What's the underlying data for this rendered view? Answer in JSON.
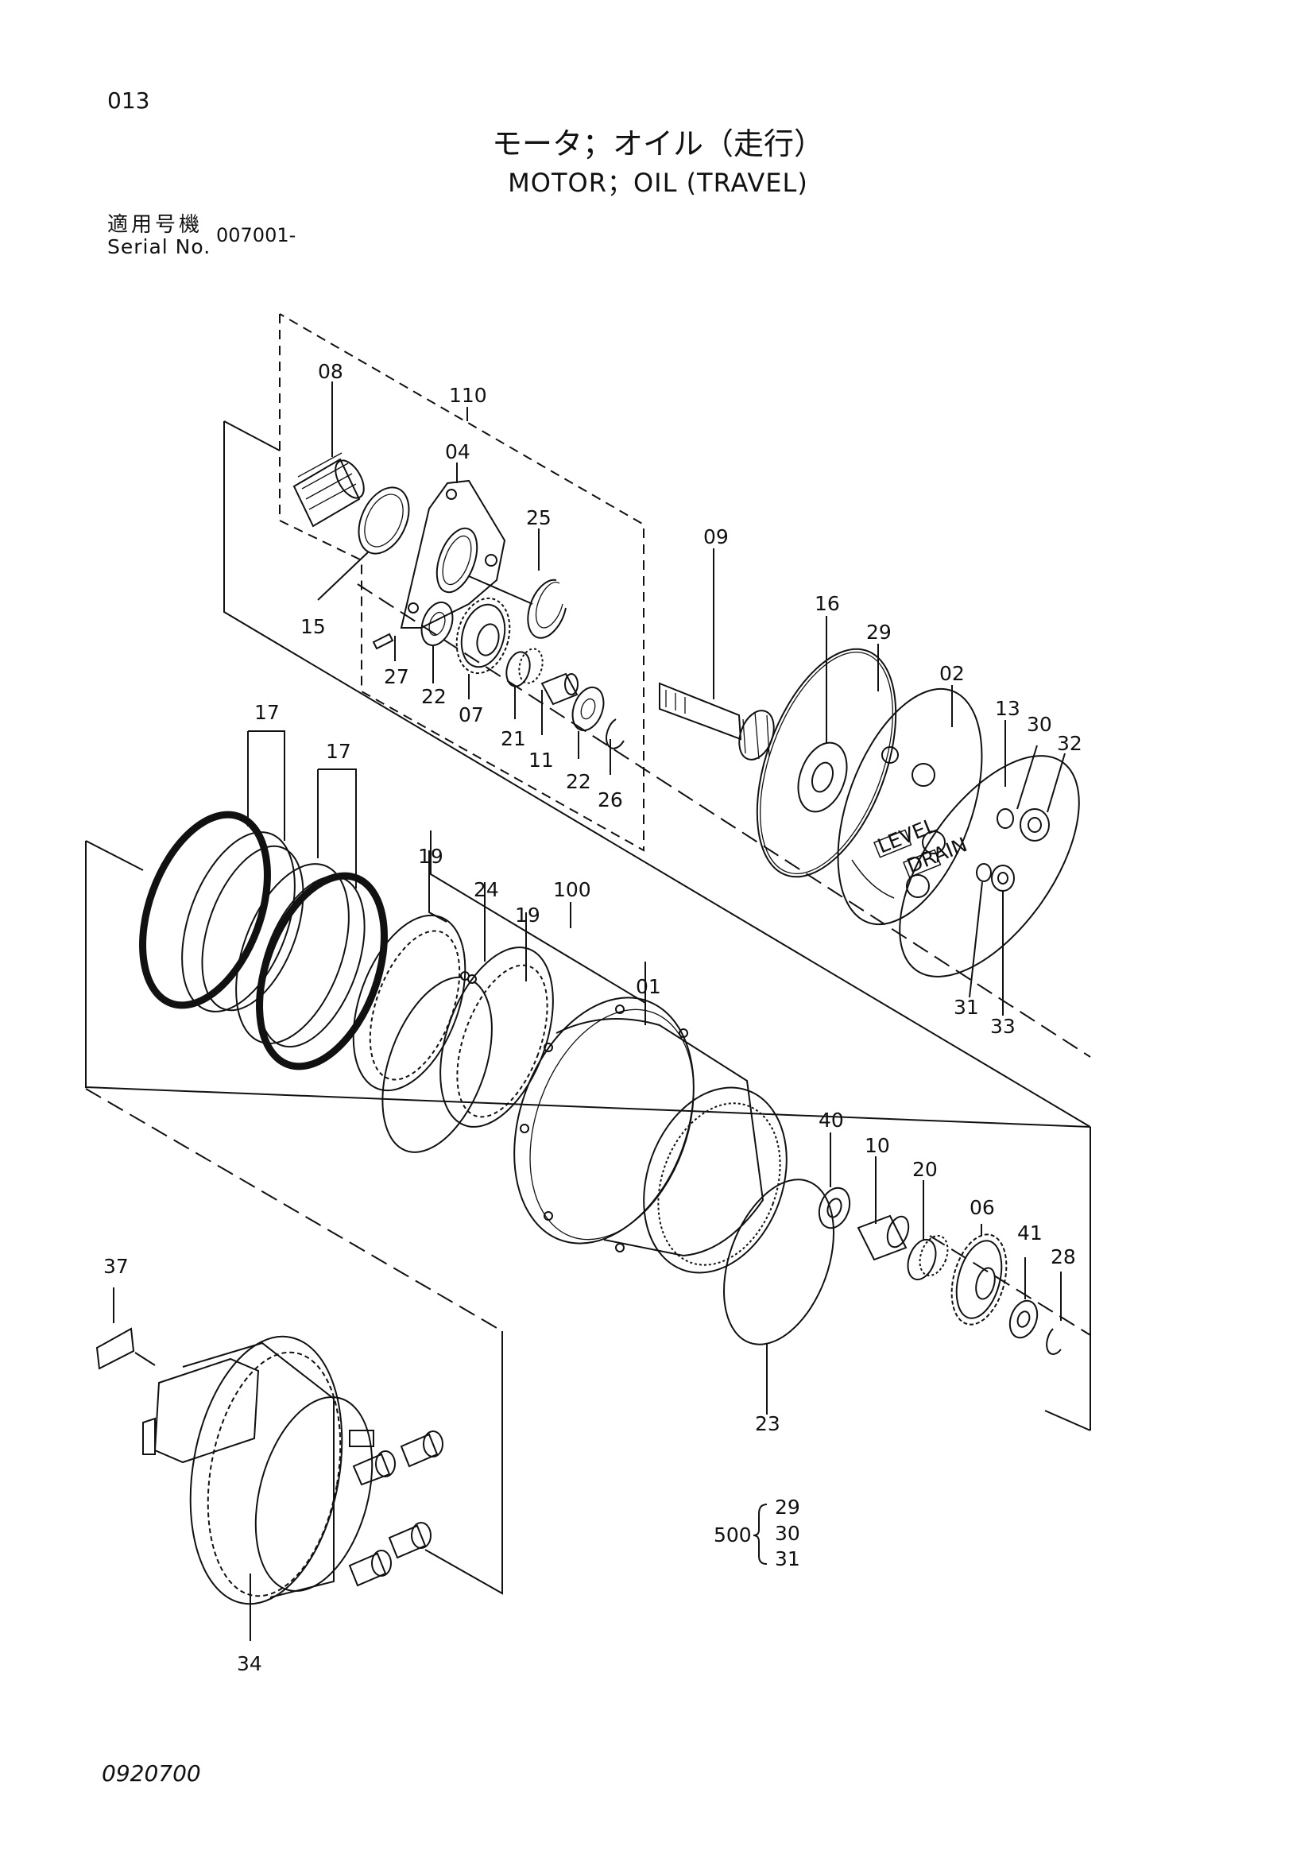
{
  "header": {
    "page_no": "013",
    "title_jp": "モータ；オイル（走行）",
    "title_en": "MOTOR；OIL (TRAVEL)",
    "serial_label_jp": "適用号機",
    "serial_label_en": "Serial No.",
    "serial_value": "007001-"
  },
  "callouts": {
    "p08": "08",
    "p110": "110",
    "p04": "04",
    "p25": "25",
    "p15": "15",
    "p27": "27",
    "p22a": "22",
    "p07": "07",
    "p21": "21",
    "p11": "11",
    "p22b": "22",
    "p26": "26",
    "p09": "09",
    "p16": "16",
    "p29": "29",
    "p02": "02",
    "p13": "13",
    "p30": "30",
    "p32": "32",
    "p31": "31",
    "p33": "33",
    "p17a": "17",
    "p17b": "17",
    "p19a": "19",
    "p24": "24",
    "p100": "100",
    "p19b": "19",
    "p01": "01",
    "p40": "40",
    "p10": "10",
    "p20": "20",
    "p06": "06",
    "p41": "41",
    "p28": "28",
    "p23": "23",
    "p37": "37",
    "p34": "34"
  },
  "kit": {
    "number": "500",
    "items": [
      "29",
      "30",
      "31"
    ]
  },
  "cover_marks": {
    "level": "LEVEL",
    "drain": "DRAIN"
  },
  "footer": {
    "doc_no": "0920700"
  }
}
